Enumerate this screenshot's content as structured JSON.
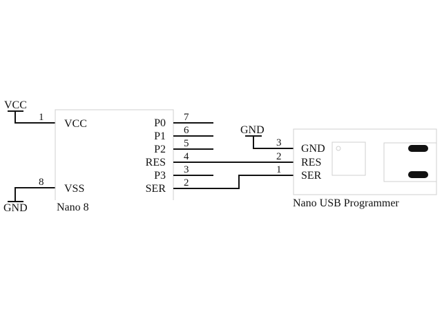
{
  "power": {
    "vcc_label": "VCC",
    "gnd_left_label": "GND",
    "gnd_prog_label": "GND"
  },
  "nano8": {
    "name": "Nano 8",
    "left_pins": [
      {
        "label": "VCC",
        "number": "1"
      },
      {
        "label": "VSS",
        "number": "8"
      }
    ],
    "right_pins": [
      {
        "label": "P0",
        "number": "7"
      },
      {
        "label": "P1",
        "number": "6"
      },
      {
        "label": "P2",
        "number": "5"
      },
      {
        "label": "RES",
        "number": "4"
      },
      {
        "label": "P3",
        "number": "3"
      },
      {
        "label": "SER",
        "number": "2"
      }
    ]
  },
  "programmer": {
    "name": "Nano USB Programmer",
    "pins": [
      {
        "label": "GND",
        "number": "3"
      },
      {
        "label": "RES",
        "number": "2"
      },
      {
        "label": "SER",
        "number": "1"
      }
    ]
  },
  "colors": {
    "wire": "#111111",
    "outline": "#cfcfcf"
  }
}
